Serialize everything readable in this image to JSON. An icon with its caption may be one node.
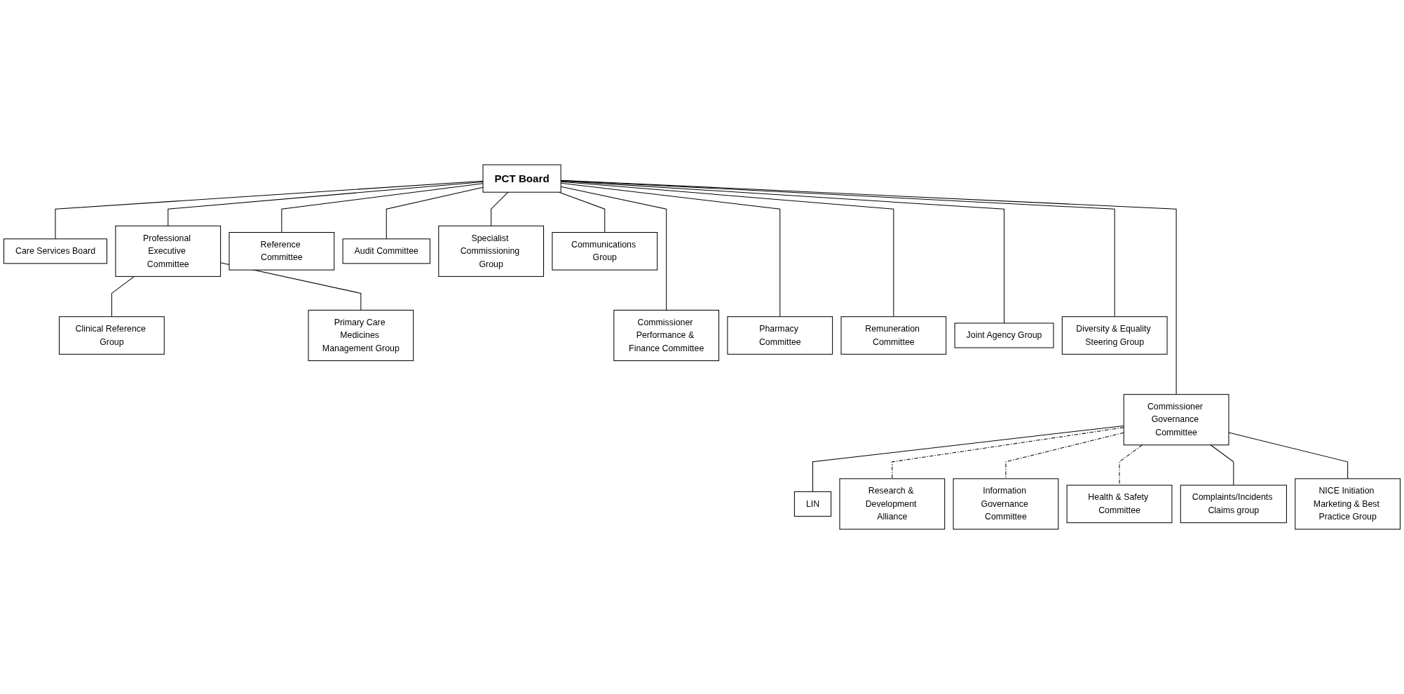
{
  "diagram": {
    "nodes": [
      {
        "text": [
          "PCT Board"
        ]
      },
      {
        "text": [
          "Care Services Board"
        ]
      },
      {
        "text": [
          "Professional Executive Committee"
        ]
      },
      {
        "text": [
          "Reference Committee"
        ]
      },
      {
        "text": [
          "Audit Committee"
        ]
      },
      {
        "text": [
          "Specialist Commissioning Group"
        ]
      },
      {
        "text": [
          "Communications Group"
        ]
      },
      {
        "text": [
          "Clinical Reference Group"
        ]
      },
      {
        "text": [
          "Primary Care Medicines Management Group"
        ]
      },
      {
        "text": [
          "Commissioner Performance & Finance Committee"
        ]
      },
      {
        "text": [
          "Pharmacy Committee"
        ]
      },
      {
        "text": [
          "Remuneration Committee"
        ]
      },
      {
        "text": [
          "Joint Agency Group"
        ]
      },
      {
        "text": [
          "Diversity & Equality Steering Group"
        ]
      },
      {
        "text": [
          "Commissioner Governance Committee"
        ]
      },
      {
        "text": [
          "LIN"
        ]
      },
      {
        "text": [
          "Research & Development Alliance"
        ]
      },
      {
        "text": [
          "Information Governance Committee"
        ]
      },
      {
        "text": [
          "Health & Safety Committee"
        ]
      },
      {
        "text": [
          "Complaints/Incidents Claims group"
        ]
      },
      {
        "text": [
          "NICE Initiation Marketing & Best Practice Group"
        ]
      }
    ],
    "edges": [
      {
        "from": 0,
        "to": 1,
        "arrow": "none"
      },
      {
        "from": 0,
        "to": 2,
        "arrow": "none"
      },
      {
        "from": 0,
        "to": 14,
        "arrow": "none"
      },
      {
        "from": 0,
        "to": 9,
        "arrow": "none"
      },
      {
        "from": 0,
        "to": 3,
        "arrow": "none"
      },
      {
        "from": 0,
        "to": 10,
        "arrow": "none"
      },
      {
        "from": 0,
        "to": 4,
        "arrow": "none"
      },
      {
        "from": 0,
        "to": 11,
        "arrow": "none"
      },
      {
        "from": 0,
        "to": 5,
        "arrow": "none"
      },
      {
        "from": 0,
        "to": 12,
        "arrow": "none"
      },
      {
        "from": 0,
        "to": 6,
        "arrow": "none"
      },
      {
        "from": 0,
        "to": 13,
        "arrow": "none"
      },
      {
        "from": 2,
        "to": 7,
        "arrow": "none"
      },
      {
        "from": 2,
        "to": 8,
        "arrow": "none"
      },
      {
        "from": 14,
        "to": 15,
        "arrow": "none"
      },
      {
        "from": 14,
        "to": 16,
        "arrow": "none",
        "style": "dashed"
      },
      {
        "from": 14,
        "to": 17,
        "arrow": "none",
        "style": "dashed"
      },
      {
        "from": 14,
        "to": 18,
        "arrow": "none",
        "style": "dashed"
      },
      {
        "from": 14,
        "to": 19,
        "arrow": "none"
      },
      {
        "from": 14,
        "to": 20,
        "arrow": "none"
      }
    ]
  }
}
